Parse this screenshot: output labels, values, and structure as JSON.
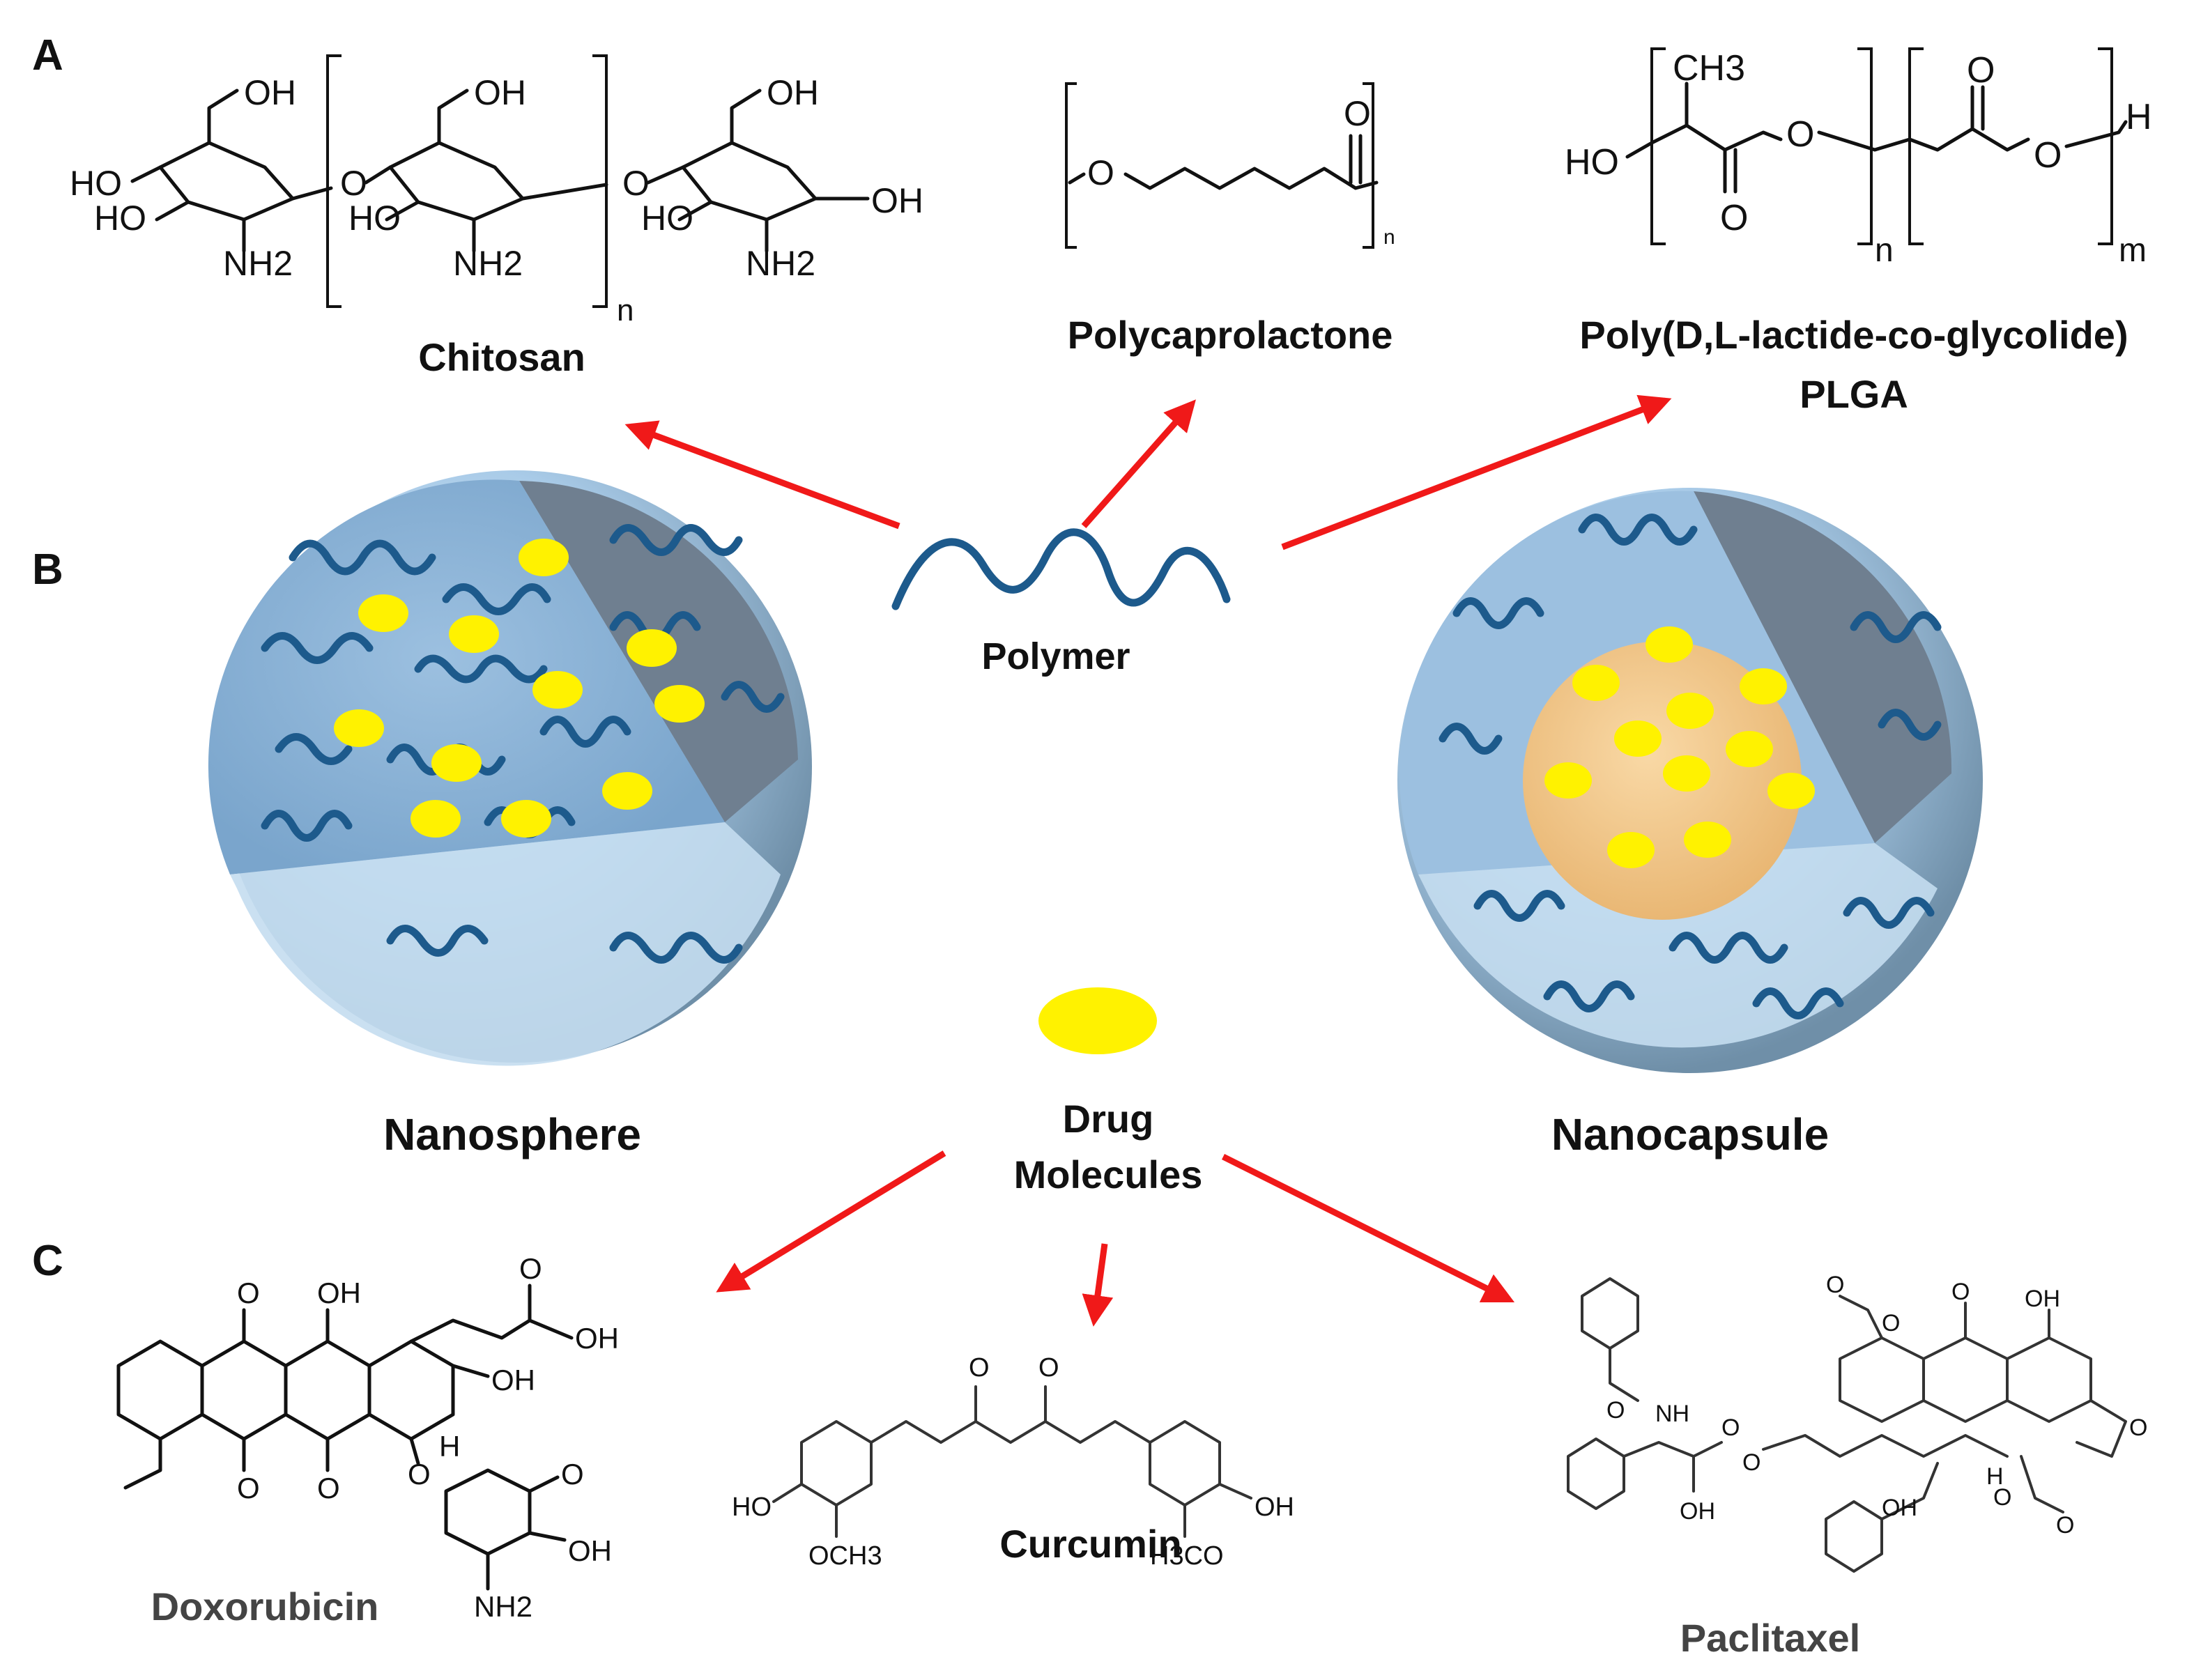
{
  "panels": {
    "a": "A",
    "b": "B",
    "c": "C"
  },
  "polymers": {
    "chitosan": {
      "name": "Chitosan",
      "groups": [
        "OH",
        "HO",
        "HO",
        "NH2",
        "O",
        "OH",
        "HO",
        "NH2",
        "O",
        "OH",
        "HO",
        "OH",
        "NH2"
      ],
      "repeat": "n"
    },
    "polycaprolactone": {
      "name": "Polycaprolactone",
      "groups": [
        "O",
        "O"
      ],
      "repeat": "n"
    },
    "plga": {
      "name": "Poly(D,L-lactide-co-glycolide)",
      "abbr": "PLGA",
      "groups": [
        "CH3",
        "HO",
        "O",
        "O",
        "O",
        "O",
        "H"
      ],
      "repeat_1": "n",
      "repeat_2": "m"
    }
  },
  "center": {
    "polymer_label": "Polymer",
    "drug_label_line1": "Drug",
    "drug_label_line2": "Molecules"
  },
  "particles": {
    "nanosphere": "Nanosphere",
    "nanocapsule": "Nanocapsule"
  },
  "drugs": {
    "doxorubicin": {
      "name": "Doxorubicin",
      "groups": [
        "O",
        "OH",
        "O",
        "OH",
        "OH",
        "O",
        "O",
        "OH",
        "O",
        "H",
        "O",
        "NH2",
        "OH"
      ]
    },
    "curcumin": {
      "name": "Curcumin",
      "groups": [
        "O",
        "O",
        "HO",
        "OCH3",
        "H3CO",
        "OH"
      ]
    },
    "paclitaxel": {
      "name": "Paclitaxel",
      "groups": [
        "O",
        "NH",
        "O",
        "OH",
        "O",
        "O",
        "O",
        "OH",
        "O",
        "OH",
        "H",
        "O",
        "O",
        "O"
      ]
    }
  },
  "colors": {
    "arrow": "#f01919",
    "polymer_chain": "#1d5a8c",
    "drug": "#fff200",
    "sphere": "#8fb8dc",
    "core": "#f4c98a"
  }
}
